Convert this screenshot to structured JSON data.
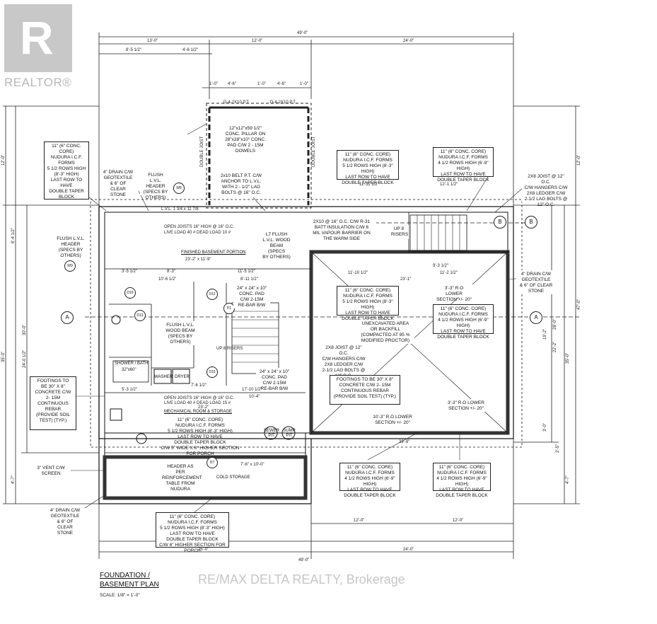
{
  "branding": {
    "logo_word": "REALTOR®",
    "watermark": "RE/MAX DELTA REALTY, Brokerage"
  },
  "title": {
    "line1": "FOUNDATION /",
    "line2": "BASEMENT PLAN",
    "scale": "SCALE: 1/8\" = 1'-0\""
  },
  "dims": {
    "overall_top": "49'-0\"",
    "top_left": "13'-0\"",
    "top_mid": "12'-0\"",
    "top_right": "24'-0\"",
    "top_a": "8'-5 1/2\"",
    "top_b": "4'-6 1/2\"",
    "porch_a": "4'-6\"",
    "porch_b": "1'-0\"",
    "porch_c": "4'-6\"",
    "porch_d": "1'-0\"",
    "porch_e": "1'-0\"",
    "bottom_overall": "49'-0\"",
    "bottom_left": "25'-0\"",
    "bottom_right": "24'-0\"",
    "bottom_12a": "12'-0\"",
    "bottom_12b": "12'-0\"",
    "right_47": "47'-0\"",
    "right_35": "35'-0\"",
    "right_12": "12'-0\"",
    "left_12": "12'-0\"",
    "left_35": "35'-0\"",
    "left_30": "30'-0\"",
    "left_6412": "6'-4 1/2\"",
    "left_24012": "24'-0 1/2\"",
    "left_47": "4'-7\"",
    "right_47b": "4'-7\"",
    "right_28": "28'-0\"",
    "right_192": "19'-2\"",
    "right_222": "22'-2\"",
    "right_30": "3'-0\"",
    "right_25": "2'-5\"",
    "d_1111": "11'-11 1/2\"",
    "d_1212": "12'-1 1/2\"",
    "d_232": "23'-2\" x 11'-9\"",
    "d_831": "8'-3\"",
    "d_1151": "11'-5 1/2\"",
    "d_10612": "10'-6 1/2\"",
    "d_8112": "8'-11 1/2\"",
    "d_3512": "3'-5 1/2\"",
    "d_111012": "11'-10 1/2\"",
    "d_9312": "9'-3 1/2\"",
    "d_11212": "11'-2 1/2\"",
    "d_231": "23'-1\"",
    "d_1710": "17'-10 1/2\"",
    "d_5312": "5'-3 1/2\"",
    "d_7612": "7'-6 1/2\"",
    "d_104": "10'-4\"",
    "d_232b": "23'-2\"",
    "d_398": "39'-8\""
  },
  "notes": {
    "nudura_left": [
      "11\" (6\" CONC. CORE)",
      "NUDURA I.C.F.",
      "FORMS",
      "5 1/2 ROWS HIGH",
      "(8'-3\" HIGH)",
      "LAST ROW TO",
      "HAVE",
      "DOUBLE TAPER",
      "BLOCK"
    ],
    "drain_left": [
      "4\" DRAIN C/W",
      "GEOTEXTILE",
      "& 6\" OF CLEAR",
      "STONE"
    ],
    "flush_lvl_hdr": [
      "FLUSH L.V.L.",
      "HEADER",
      "(SPECS BY",
      "OTHERS)"
    ],
    "pillar": [
      "12\"x12\"x59 1/2\"",
      "CONC. PILLAR ON",
      "28\"x28\"x10\" CONC.",
      "PAD C/W 2 - 15M",
      "DOWELS"
    ],
    "belt": [
      "2x10 BELT P.T. C/W",
      "ANCHOR TO L.V.L.",
      "WITH 2 - 1/2\" LAG",
      "BOLTS @ 16\" O.C."
    ],
    "nudura_mid": [
      "11\" (6\" CONC. CORE)",
      "NUDURA I.C.F. FORMS",
      "5 1/2 ROWS HIGH (8'-3\" HIGH)",
      "LAST ROW TO HAVE",
      "DOUBLE TAPER BLOCK"
    ],
    "nudura_tr": [
      "11\" (6\" CONC. CORE)",
      "NUDURA I.C.F. FORMS",
      "4 1/2 ROWS HIGH (6'-9\" HIGH)",
      "LAST ROW TO HAVE",
      "DOUBLE TAPER BLOCK"
    ],
    "joist_tr": [
      "2X8 JOIST @ 12\" O.C.",
      "C/W HANGERS C/W",
      "2X8 LEDGER C/W",
      "2-1/2 LAG BOLTS @",
      "12\" O.C."
    ],
    "flush_lvl_left": [
      "FLUSH L.V.L.",
      "HEADER",
      "(SPECS BY",
      "OTHERS)"
    ],
    "batt": [
      "2X10 @ 16\" O.C. C/W R-31",
      "BATT INSULATION C/W 6",
      "MIL VAPOUR BARRIER ON",
      "THE WARM SIDE"
    ],
    "lvl_beam": [
      "L7 FLUSH",
      "L.V.L. WOOD",
      "BEAM (SPECS",
      "BY OTHERS)"
    ],
    "risers": [
      "UP 8",
      "RISERS"
    ],
    "drain_right": [
      "4\" DRAIN C/W",
      "GEOTEXTILE",
      "& 6\" OF CLEAR",
      "STONE"
    ],
    "nudura_c": [
      "11\" (6\" CONC. CORE)",
      "NUDURA I.C.F. FORMS",
      "5 1/2 ROWS HIGH (8'-3\" HIGH)",
      "LAST ROW TO HAVE",
      "DOUBLE TAPER BLOCK"
    ],
    "nudura_r": [
      "11\" (6\" CONC. CORE)",
      "NUDURA I.C.F. FORMS",
      "4 1/2 ROWS HIGH (6'-9\" HIGH)",
      "LAST ROW TO HAVE",
      "DOUBLE TAPER BLOCK"
    ],
    "ro_lower_a": [
      "3'-3\" R.O LOWER",
      "SECTION +/- 20\""
    ],
    "conc_pad_a": [
      "24\" x 24\" x 10\"",
      "CONC. PAD",
      "C/W 2-15M",
      "RE-BAR B/W"
    ],
    "wood_beam": [
      "FLUSH L.V.L.",
      "WOOD BEAM",
      "(SPECS BY",
      "OTHERS)"
    ],
    "unexcavated": [
      "UNEXCAVATED AREA",
      "OR BACKFILL",
      "(COMPACTED AT 95 %",
      "MODIFIED PROCTOR)"
    ],
    "joist_mid": [
      "2X8 JOIST @ 12\" O.C.",
      "C/W HANGERS C/W",
      "2X8 LEDGER C/W",
      "2-1/2 LAG BOLTS @",
      "12\" O.C."
    ],
    "footings_left": [
      "FOOTINGS TO",
      "BE 30\" X 8\"",
      "CONCRETE C/W",
      "2- 15M",
      "CONTINUOUS",
      "REBAR",
      "(PROVIDE SOIL",
      "TEST) (TYP.)"
    ],
    "footings_mid": [
      "FOOTINGS TO BE 30\" X 8\"",
      "CONCRETE C/W 2- 15M",
      "CONTINUOUS REBAR",
      "(PROVIDE SOIL TEST) (TYP.)"
    ],
    "conc_pad_b": [
      "24\" x 24\" x 10\"",
      "CONC. PAD",
      "C/W 2-15M",
      "RE-BAR B/W"
    ],
    "ro_lower_b": [
      "3'-3\" R.O LOWER",
      "SECTION +/- 20\""
    ],
    "ro_lower_c": [
      "10'-3\" R.O LOWER",
      "SECTION +/- 20\""
    ],
    "nudura_mech": [
      "11\" (6\" CONC. CORE)",
      "NUDURA I.C.F. FORMS",
      "5 1/2 ROWS HIGH (8'-3\" HIGH)",
      "LAST ROW TO HAVE",
      "DOUBLE TAPER BLOCK",
      "C/W 5\" WIDE X 6\" HIGHER SECTION FOR PORCH"
    ],
    "vent": [
      "3\" VENT C/W",
      "SCREEN"
    ],
    "header": [
      "HEADER AS PER",
      "REINFORCEMENT",
      "TABLE FROM",
      "NUDURA"
    ],
    "nudura_bl": [
      "11\" (6\" CONC. CORE)",
      "NUDURA I.C.F. FORMS",
      "4 1/2 ROWS HIGH (6'-9\" HIGH)",
      "LAST ROW TO HAVE",
      "DOUBLE TAPER BLOCK"
    ],
    "nudura_br": [
      "11\" (6\" CONC. CORE)",
      "NUDURA I.C.F. FORMS",
      "4 1/2 ROWS HIGH (6'-9\" HIGH)",
      "LAST ROW TO HAVE",
      "DOUBLE TAPER BLOCK"
    ],
    "drain_bl": [
      "4\" DRAIN C/W",
      "GEOTEXTILE",
      "& 6\" OF CLEAR",
      "STONE"
    ],
    "nudura_bottom": [
      "11\" (6\" CONC. CORE)",
      "NUDURA I.C.F. FORMS",
      "5 1/2 ROWS HIGH (8'-3\" HIGH)",
      "LAST ROW TO HAVE",
      "DOUBLE TAPER BLOCK",
      "C/W 6\" HIGHER SECTION FOR PORCH"
    ]
  },
  "labels": {
    "open_joists_top": "OPEN JOISTS 16\" HIGH @ 16\" O.C.",
    "live_load_top": "LIVE LOAD 40 # DEAD LOAD 10 #",
    "finished": "FINISHED BASEMENT PORTION",
    "open_joists_bot": "OPEN JOISTS 16\" HIGH @ 16\" O.C.",
    "live_load_bot": "LIVE LOAD 40 # DEAD LOAD 15 #",
    "mech": "MECHANICAL ROOM & STORAGE",
    "cold": "COLD STORAGE",
    "shower": "SHOWER / BATH",
    "shower_size": "32\"x60\"",
    "washer": "WASHER",
    "dryer": "DRYER",
    "sewer": "SEWER PIT",
    "sump": "SUMP PIT",
    "double_joist_a": "DOUBLE JOIST",
    "double_joist_b": "DOUBLE JOIST",
    "up_risers": "UP 8 RISERS",
    "dbl_2x10_a": "D-4-2X10 P.T.",
    "dbl_2x10_b": "D-4-2X10 P.T.",
    "lvl_beam_top": "L.V.L. 1 3/4 x 11 7/8",
    "w_dim": "7'-6\" x 10'-0\""
  },
  "tags": {
    "d19": "D19",
    "d12": "D12",
    "d13": "D13",
    "d15": "D15",
    "d7": "D7",
    "w8": "W8",
    "w9": "W9",
    "p1": "P1"
  },
  "section_markers": {
    "a_left": "A",
    "a_right": "A",
    "b_top": "B",
    "b_right": "B"
  }
}
